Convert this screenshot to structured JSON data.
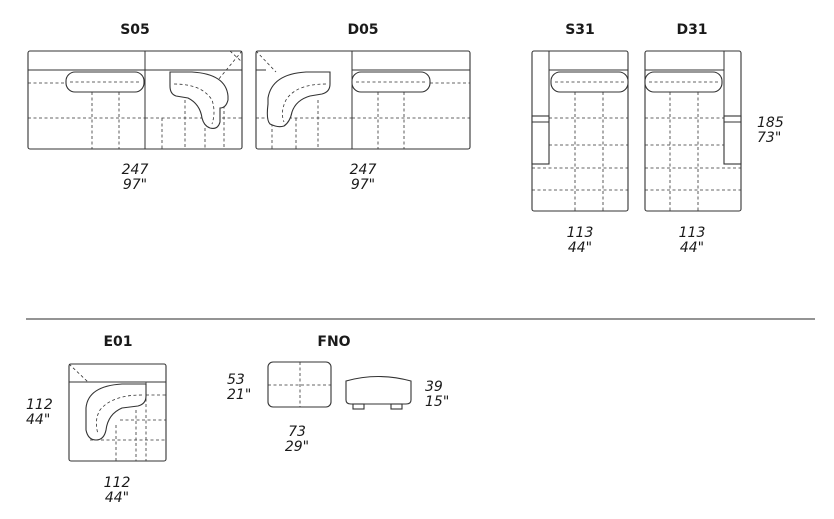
{
  "modules": [
    {
      "id": "s05",
      "name": "S05",
      "width_cm": "247",
      "width_in": "97\""
    },
    {
      "id": "d05",
      "name": "D05",
      "width_cm": "247",
      "width_in": "97\""
    },
    {
      "id": "s31",
      "name": "S31",
      "width_cm": "113",
      "width_in": "44\""
    },
    {
      "id": "d31",
      "name": "D31",
      "width_cm": "113",
      "width_in": "44\"",
      "depth_cm": "185",
      "depth_in": "73\""
    },
    {
      "id": "e01",
      "name": "E01",
      "width_cm": "112",
      "width_in": "44\"",
      "depth_cm": "112",
      "depth_in": "44\""
    },
    {
      "id": "fno",
      "name": "FNO",
      "width_cm": "73",
      "width_in": "29\"",
      "depth_cm": "53",
      "depth_in": "21\"",
      "height_cm": "39",
      "height_in": "15\""
    }
  ]
}
